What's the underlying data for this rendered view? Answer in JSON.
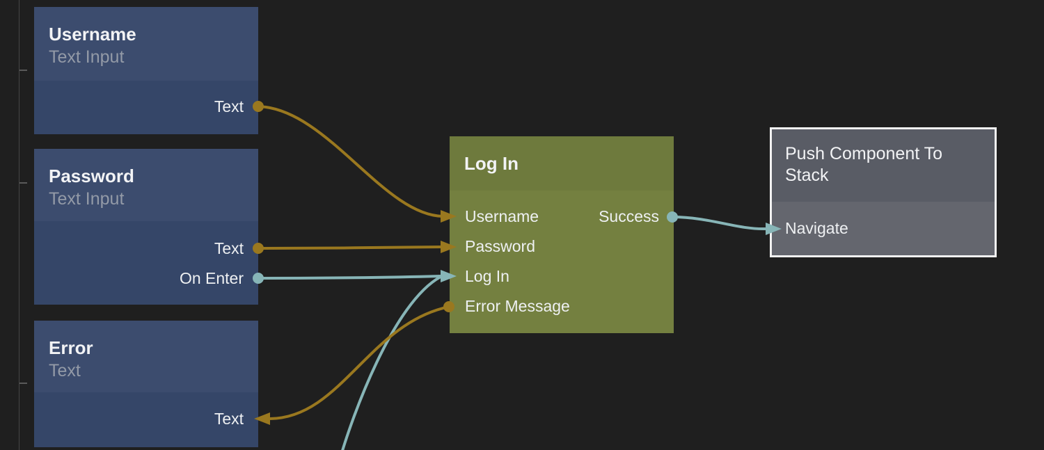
{
  "colors": {
    "background": "#1f1f1f",
    "blue_header": "#3c4c6e",
    "blue_body": "#354668",
    "green_header": "#6e7a3d",
    "green_body": "#748040",
    "gray_header": "#595c65",
    "gray_body": "#64666e",
    "selection_border": "#f2f2f2",
    "wire_gold": "#9a781f",
    "wire_teal": "#87b5b7",
    "title_text": "#f2f3f5",
    "subtitle_text": "#939aa7",
    "port_text": "#eef0f2",
    "ruler_line": "#454545",
    "ruler_tick": "#5a5a5a"
  },
  "nodes": {
    "username": {
      "title": "Username",
      "subtitle": "Text Input",
      "ports": {
        "text": "Text"
      }
    },
    "password": {
      "title": "Password",
      "subtitle": "Text Input",
      "ports": {
        "text": "Text",
        "on_enter": "On Enter"
      }
    },
    "error": {
      "title": "Error",
      "subtitle": "Text",
      "ports": {
        "text": "Text"
      }
    },
    "login": {
      "title": "Log In",
      "ports": {
        "username": "Username",
        "password": "Password",
        "login": "Log In",
        "error_message": "Error Message",
        "success": "Success"
      }
    },
    "push": {
      "title": "Push Component To Stack",
      "ports": {
        "navigate": "Navigate"
      },
      "selected": true
    }
  },
  "connections": [
    {
      "from": "Username.Text",
      "to": "Log In.Username",
      "color": "gold"
    },
    {
      "from": "Password.Text",
      "to": "Log In.Password",
      "color": "gold"
    },
    {
      "from": "Password.On Enter",
      "to": "Log In.Log In",
      "color": "teal"
    },
    {
      "from": "(offscreen below)",
      "to": "Log In.Log In",
      "color": "teal"
    },
    {
      "from": "Log In.Error Message",
      "to": "Error.Text",
      "color": "gold"
    },
    {
      "from": "Log In.Success",
      "to": "Push Component To Stack.Navigate",
      "color": "teal"
    }
  ]
}
